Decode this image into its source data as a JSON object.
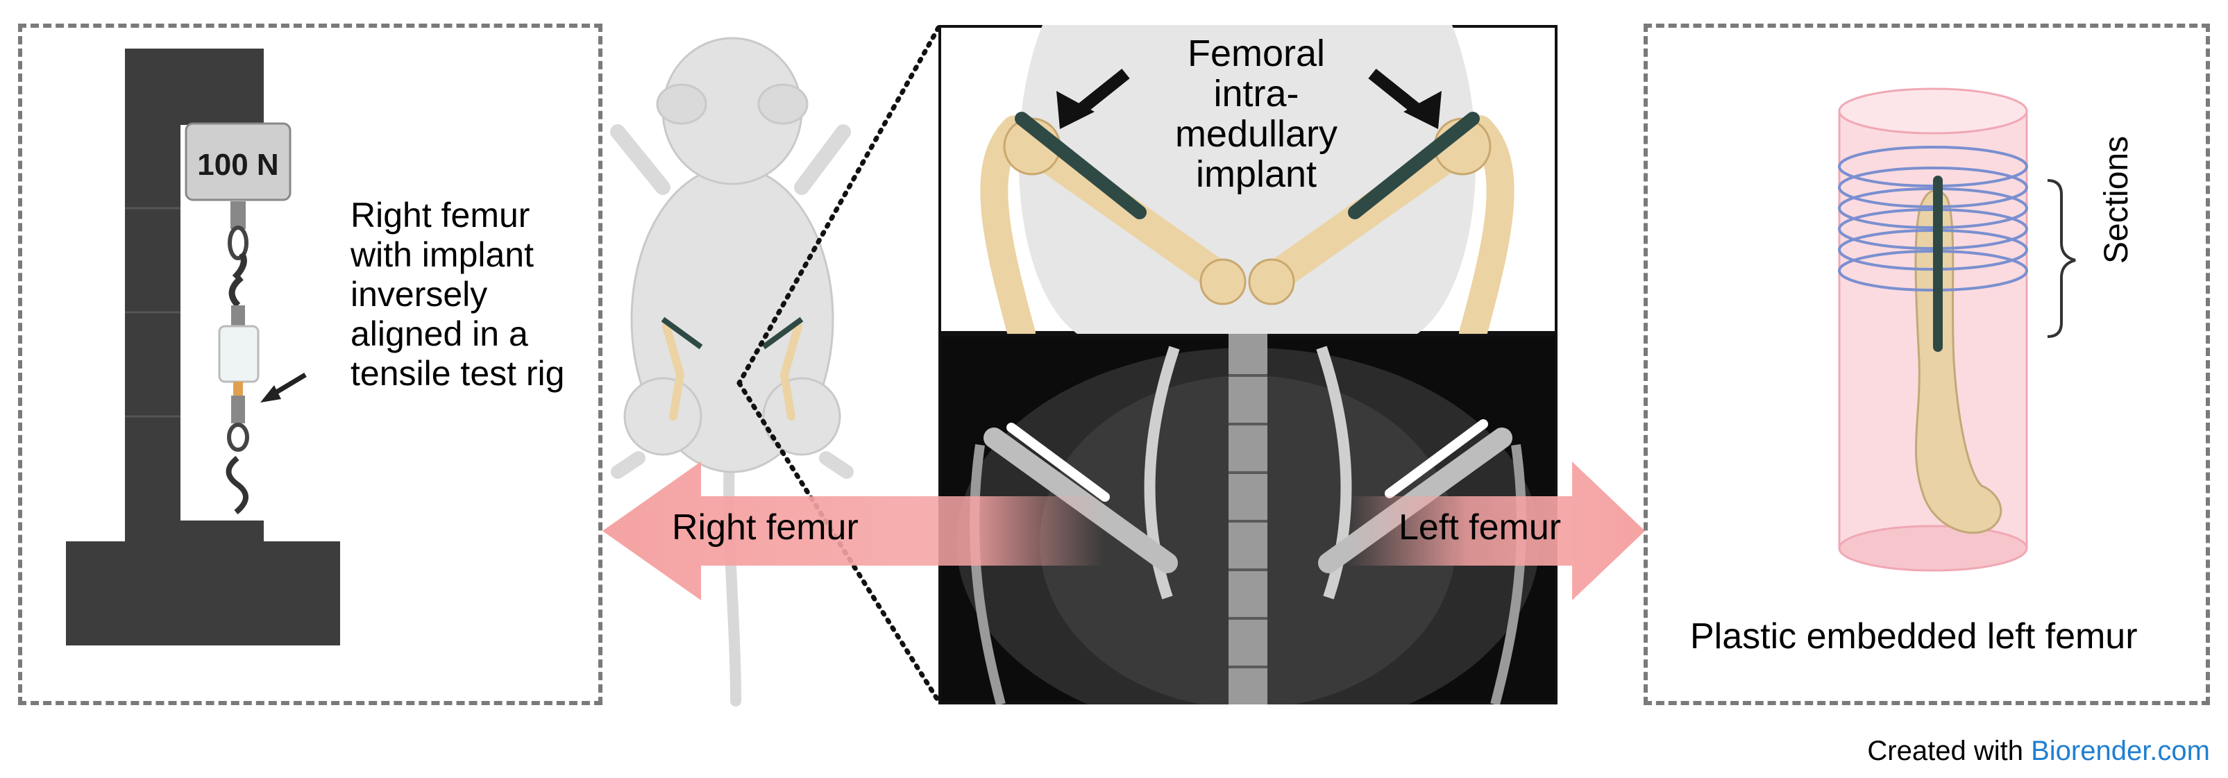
{
  "rig_caption": "Right femur with implant inversely aligned in a tensile test rig",
  "weight_label": "100 N",
  "implant_label": "Femoral intra-medullary implant",
  "right_femur_label": "Right femur",
  "left_femur_label": "Left femur",
  "sections_label": "Sections",
  "embed_caption": "Plastic embedded left femur",
  "credit": {
    "prefix": "Created with ",
    "link": "Biorender.com"
  },
  "colors": {
    "dashed_border": "#7a7a7a",
    "rig": "#3d3d3d",
    "bone": "#ecd3a4",
    "implant": "#2f4a45",
    "arrow": "#f5a3a3",
    "cylinder": "#f7c6cd",
    "section_rings": "#7a8fd0",
    "link": "#1f7fd0"
  }
}
